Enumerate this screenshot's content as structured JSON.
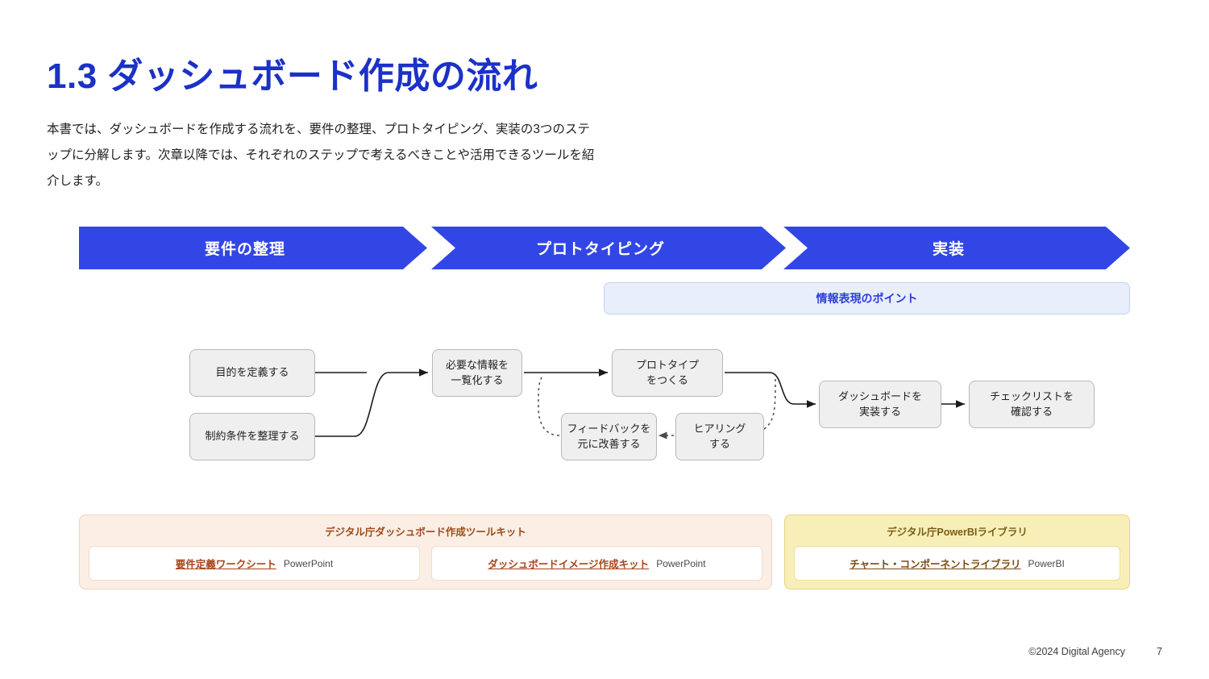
{
  "slide": {
    "title": "1.3 ダッシュボード作成の流れ",
    "intro": "本書では、ダッシュボードを作成する流れを、要件の整理、プロトタイピング、実装の3つのステップに分解します。次章以降では、それぞれのステップで考えるべきことや活用できるツールを紹介します。",
    "page_number": "7",
    "copyright": "©2024 Digital Agency"
  },
  "colors": {
    "title_blue": "#1b31c8",
    "chevron_blue": "#3246e6",
    "info_bar_bg": "#e8eefa",
    "info_bar_text": "#2c3ed8",
    "box_gray": "#efefef",
    "panel_orange_bg": "#fbeee5",
    "panel_yellow_bg": "#f8efb8",
    "link_orange": "#a8441a",
    "link_yellow": "#7a4b12"
  },
  "phases": [
    {
      "label": "要件の整理"
    },
    {
      "label": "プロトタイピング"
    },
    {
      "label": "実装"
    }
  ],
  "info_bar": {
    "label": "情報表現のポイント"
  },
  "flow": {
    "nodes": [
      {
        "id": "define-purpose",
        "label": "目的を定義する"
      },
      {
        "id": "organize-constraints",
        "label": "制約条件を整理する"
      },
      {
        "id": "list-information",
        "line1": "必要な情報を",
        "line2": "一覧化する"
      },
      {
        "id": "make-prototype",
        "line1": "プロトタイプ",
        "line2": "をつくる"
      },
      {
        "id": "improve-feedback",
        "line1": "フィードバックを",
        "line2": "元に改善する"
      },
      {
        "id": "hearing",
        "line1": "ヒアリング",
        "line2": "する"
      },
      {
        "id": "implement-dashboard",
        "line1": "ダッシュボードを",
        "line2": "実装する"
      },
      {
        "id": "check-checklist",
        "line1": "チェックリストを",
        "line2": "確認する"
      }
    ]
  },
  "resources": [
    {
      "id": "toolkit",
      "title": "デジタル庁ダッシュボード作成ツールキット",
      "cards": [
        {
          "link": "要件定義ワークシート",
          "tag": "PowerPoint"
        },
        {
          "link": "ダッシュボードイメージ作成キット",
          "tag": "PowerPoint"
        }
      ]
    },
    {
      "id": "powerbi-library",
      "title": "デジタル庁PowerBIライブラリ",
      "cards": [
        {
          "link": "チャート・コンポーネントライブラリ",
          "tag": "PowerBI"
        }
      ]
    }
  ]
}
